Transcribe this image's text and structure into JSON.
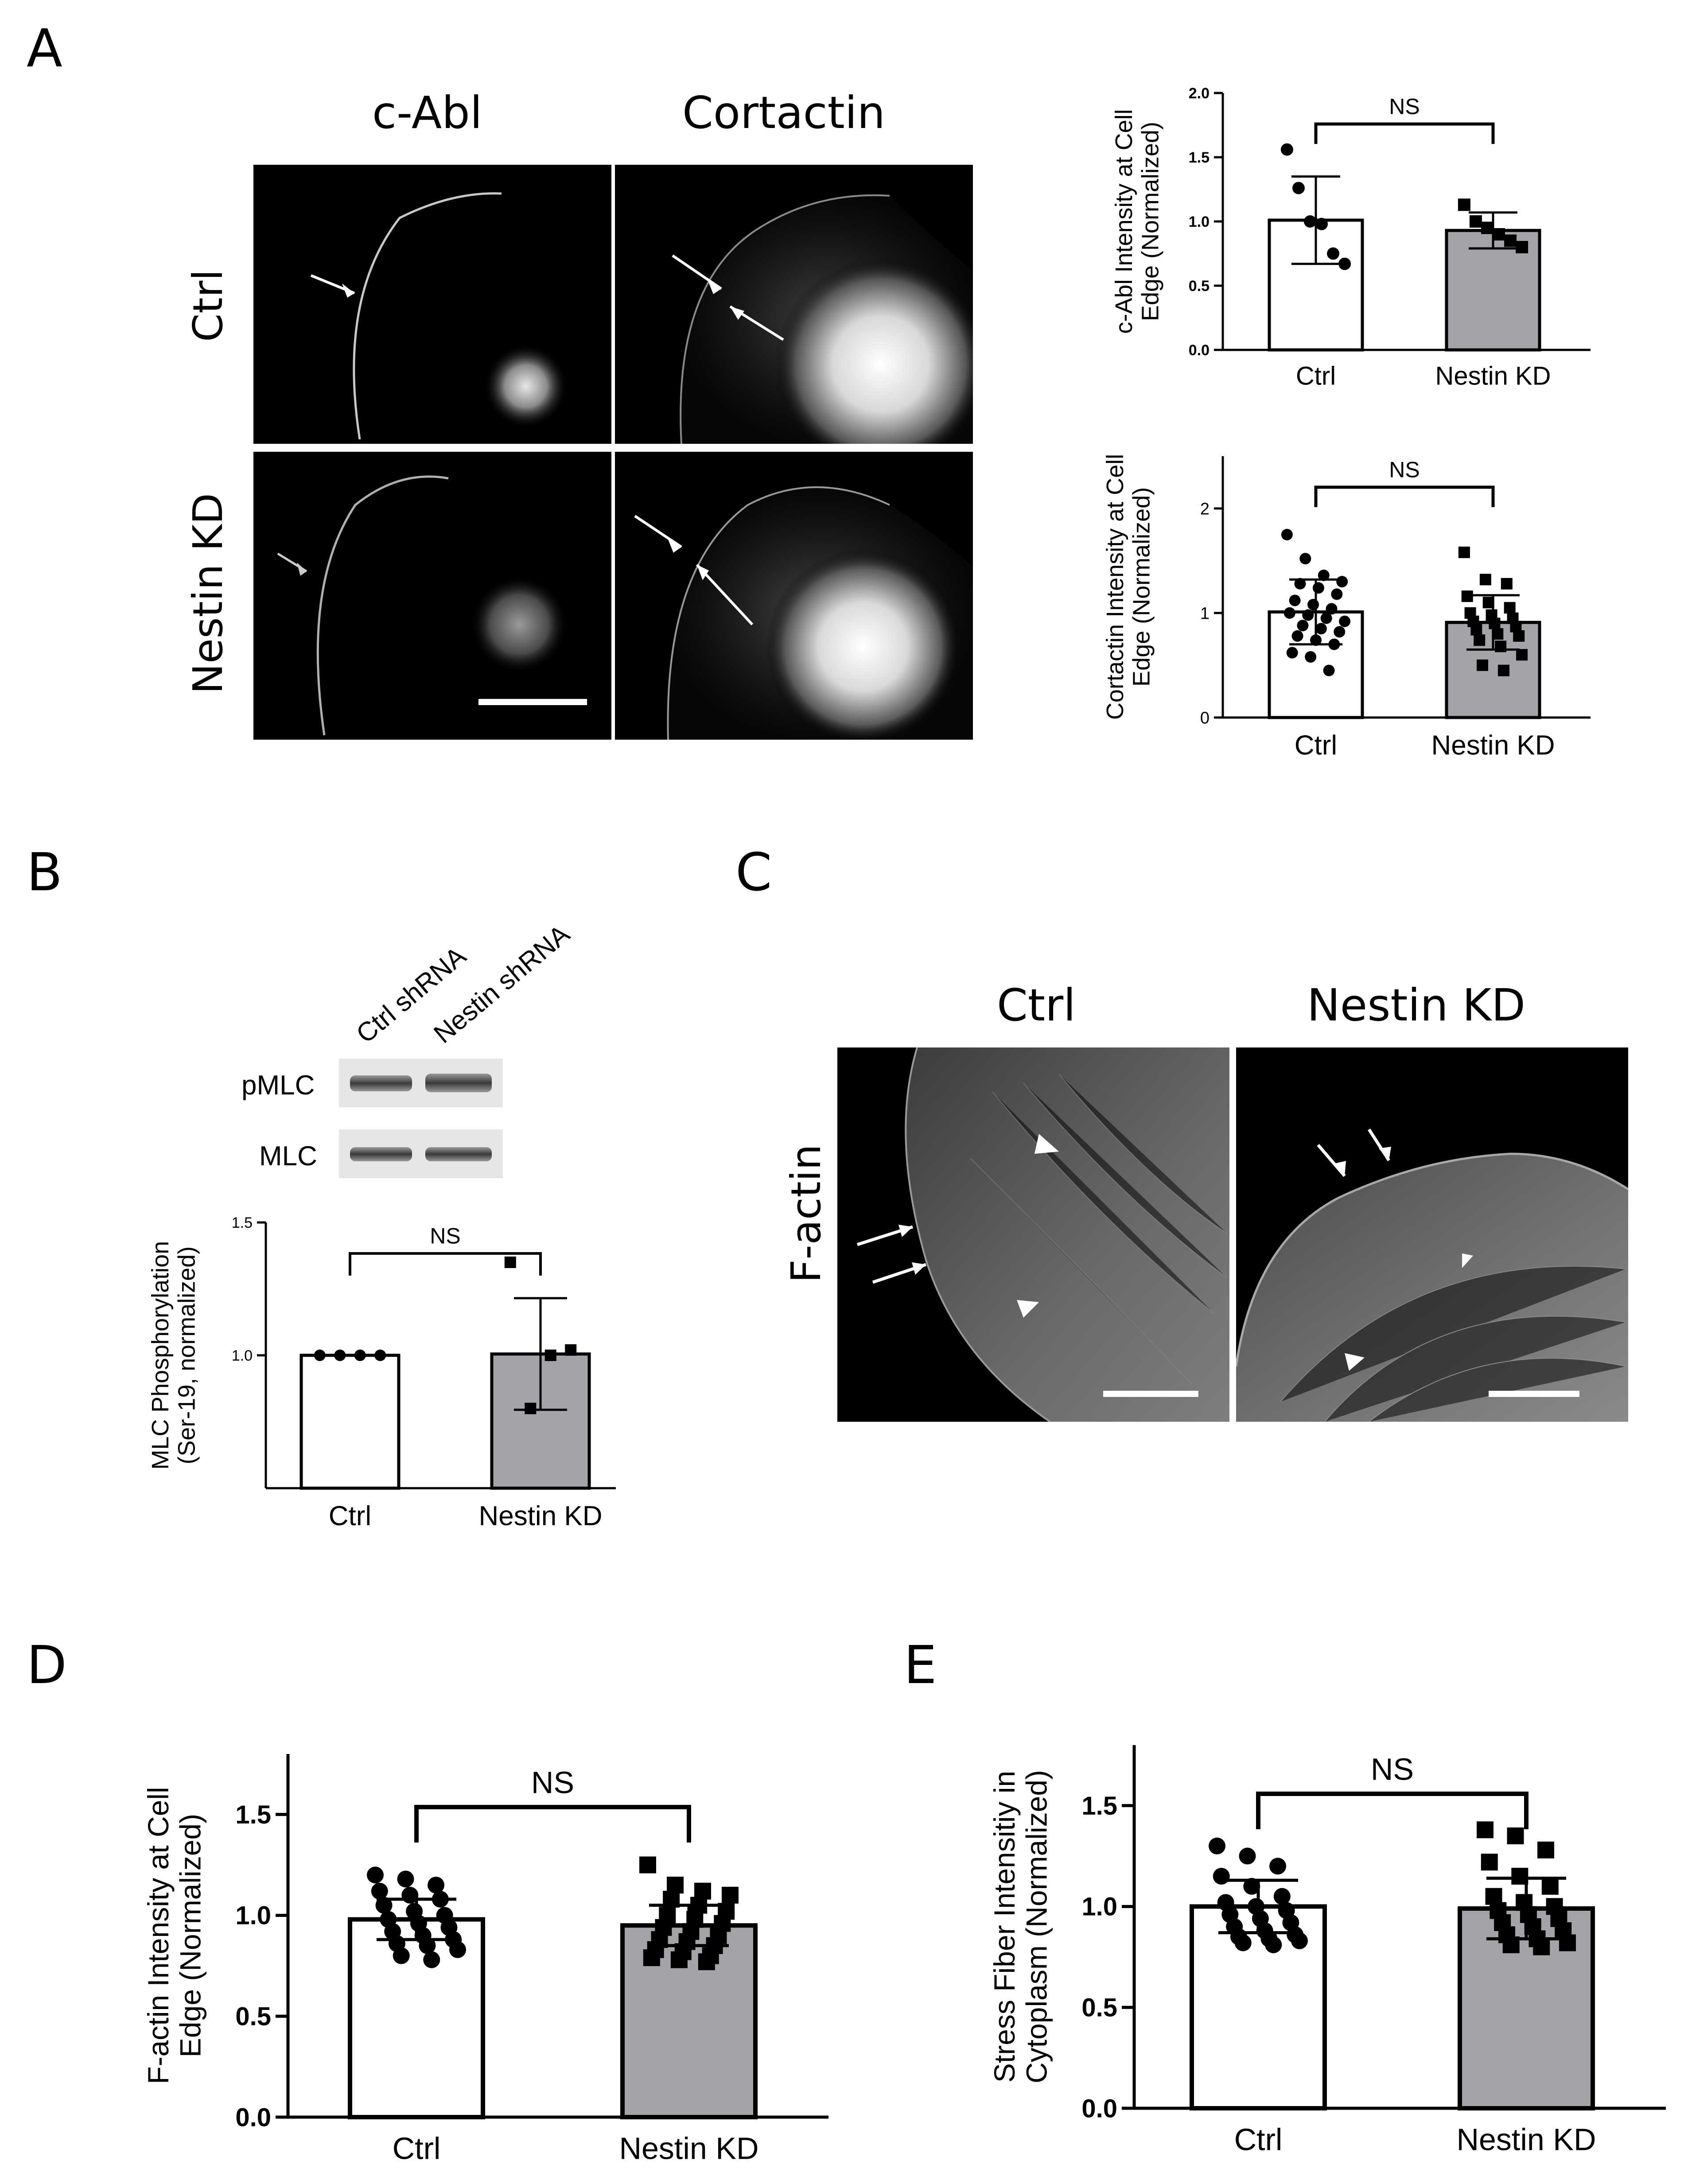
{
  "panels": {
    "A": {
      "label": "A",
      "col_headers": [
        "c-Abl",
        "Cortactin"
      ],
      "row_labels": [
        "Ctrl",
        "Nestin KD"
      ]
    },
    "B": {
      "label": "B",
      "lane_labels": [
        "Ctrl shRNA",
        "Nestin shRNA"
      ],
      "blot_rows": [
        "pMLC",
        "MLC"
      ]
    },
    "C": {
      "label": "C",
      "col_headers": [
        "Ctrl",
        "Nestin KD"
      ],
      "row_label": "F-actin"
    },
    "D": {
      "label": "D"
    },
    "E": {
      "label": "E"
    }
  },
  "chart_data": [
    {
      "id": "A1",
      "type": "bar",
      "categories": [
        "Ctrl",
        "Nestin KD"
      ],
      "values": [
        1.01,
        0.93
      ],
      "errors": [
        0.34,
        0.14
      ],
      "points": [
        [
          1.56,
          1.26,
          1.0,
          0.98,
          0.75,
          0.67
        ],
        [
          1.13,
          1.0,
          0.95,
          0.9,
          0.85,
          0.8
        ]
      ],
      "markers": [
        "circle",
        "square"
      ],
      "fills": [
        "#ffffff",
        "#a3a3a8"
      ],
      "ylabel": "c-Abl Intensity at Cell Edge (Normalized)",
      "ylabel_lines": [
        "c-Abl Intensity at Cell",
        "Edge (Normalized)"
      ],
      "yticks": [
        0.0,
        0.5,
        1.0,
        1.5,
        2.0
      ],
      "ytick_labels": [
        "0.0",
        "0.5",
        "1.0",
        "1.5",
        "2.0"
      ],
      "ylim": [
        0,
        2.0
      ],
      "significance": "NS"
    },
    {
      "id": "A2",
      "type": "bar",
      "categories": [
        "Ctrl",
        "Nestin KD"
      ],
      "values": [
        1.01,
        0.91
      ],
      "errors": [
        0.31,
        0.26
      ],
      "points": [
        [
          1.75,
          1.52,
          1.36,
          1.3,
          1.28,
          1.24,
          1.18,
          1.12,
          1.08,
          1.04,
          1.0,
          0.98,
          0.95,
          0.92,
          0.88,
          0.85,
          0.82,
          0.78,
          0.74,
          0.7,
          0.62,
          0.58,
          0.45
        ],
        [
          1.58,
          1.32,
          1.28,
          1.16,
          1.1,
          1.05,
          1.0,
          0.98,
          0.95,
          0.92,
          0.9,
          0.87,
          0.84,
          0.8,
          0.78,
          0.74,
          0.68,
          0.6,
          0.5,
          0.45
        ]
      ],
      "markers": [
        "circle",
        "square"
      ],
      "fills": [
        "#ffffff",
        "#a3a3a8"
      ],
      "ylabel": "Cortactin Intensity at Cell Edge (Normalized)",
      "ylabel_lines": [
        "Cortactin Intensity at Cell",
        "Edge (Normalized)"
      ],
      "yticks": [
        0,
        1,
        2
      ],
      "ytick_labels": [
        "0",
        "1",
        "2"
      ],
      "ylim": [
        0,
        2.5
      ],
      "significance": "NS"
    },
    {
      "id": "B",
      "type": "bar",
      "categories": [
        "Ctrl",
        "Nestin KD"
      ],
      "values": [
        1.0,
        1.005
      ],
      "errors": [
        0.0,
        0.21
      ],
      "points": [
        [
          1.0,
          1.0,
          1.0,
          1.0
        ],
        [
          1.35,
          1.02,
          1.0,
          0.8
        ]
      ],
      "markers": [
        "circle",
        "square"
      ],
      "fills": [
        "#ffffff",
        "#a3a3a8"
      ],
      "ylabel": "MLC Phosphorylation (Ser-19, normalized)",
      "ylabel_lines": [
        "MLC Phosphorylation",
        "(Ser-19, normalized)"
      ],
      "yticks": [
        1.0,
        1.5
      ],
      "ytick_labels": [
        "1.0",
        "1.5"
      ],
      "ylim": [
        0.5,
        1.5
      ],
      "significance": "NS"
    },
    {
      "id": "D",
      "type": "bar",
      "categories": [
        "Ctrl",
        "Nestin KD"
      ],
      "values": [
        0.98,
        0.95
      ],
      "errors": [
        0.1,
        0.1
      ],
      "points": [
        [
          1.2,
          1.18,
          1.15,
          1.12,
          1.1,
          1.08,
          1.05,
          1.02,
          1.0,
          0.98,
          0.96,
          0.94,
          0.92,
          0.9,
          0.88,
          0.86,
          0.85,
          0.83,
          0.8,
          0.78
        ],
        [
          1.25,
          1.15,
          1.12,
          1.1,
          1.08,
          1.05,
          1.02,
          1.0,
          0.98,
          0.96,
          0.94,
          0.92,
          0.9,
          0.88,
          0.87,
          0.85,
          0.83,
          0.82,
          0.8,
          0.79,
          0.78,
          0.77
        ]
      ],
      "markers": [
        "circle",
        "square"
      ],
      "fills": [
        "#ffffff",
        "#a3a3a8"
      ],
      "ylabel": "F-actin Intensity at Cell Edge (Normalized)",
      "ylabel_lines": [
        "F-actin Intensity at Cell",
        "Edge (Normalized)"
      ],
      "yticks": [
        0.0,
        0.5,
        1.0,
        1.5
      ],
      "ytick_labels": [
        "0.0",
        "0.5",
        "1.0",
        "1.5"
      ],
      "ylim": [
        0,
        1.8
      ],
      "significance": "NS"
    },
    {
      "id": "E",
      "type": "bar",
      "categories": [
        "Ctrl",
        "Nestin KD"
      ],
      "values": [
        1.0,
        0.99
      ],
      "errors": [
        0.13,
        0.15
      ],
      "points": [
        [
          1.3,
          1.25,
          1.2,
          1.15,
          1.1,
          1.05,
          1.02,
          1.0,
          0.98,
          0.96,
          0.94,
          0.92,
          0.9,
          0.88,
          0.86,
          0.85,
          0.84,
          0.83,
          0.82,
          0.81
        ],
        [
          1.38,
          1.35,
          1.28,
          1.22,
          1.15,
          1.1,
          1.05,
          1.02,
          1.0,
          0.98,
          0.96,
          0.94,
          0.92,
          0.9,
          0.88,
          0.86,
          0.84,
          0.82,
          0.81,
          0.8
        ]
      ],
      "markers": [
        "circle",
        "square"
      ],
      "fills": [
        "#ffffff",
        "#a3a3a8"
      ],
      "ylabel": "Stress Fiber Intensitiy in Cytoplasm (Normalized)",
      "ylabel_lines": [
        "Stress Fiber Intensitiy  in",
        "Cytoplasm (Normalized)"
      ],
      "yticks": [
        0.0,
        0.5,
        1.0,
        1.5
      ],
      "ytick_labels": [
        "0.0",
        "0.5",
        "1.0",
        "1.5"
      ],
      "ylim": [
        0,
        1.8
      ],
      "significance": "NS"
    }
  ]
}
